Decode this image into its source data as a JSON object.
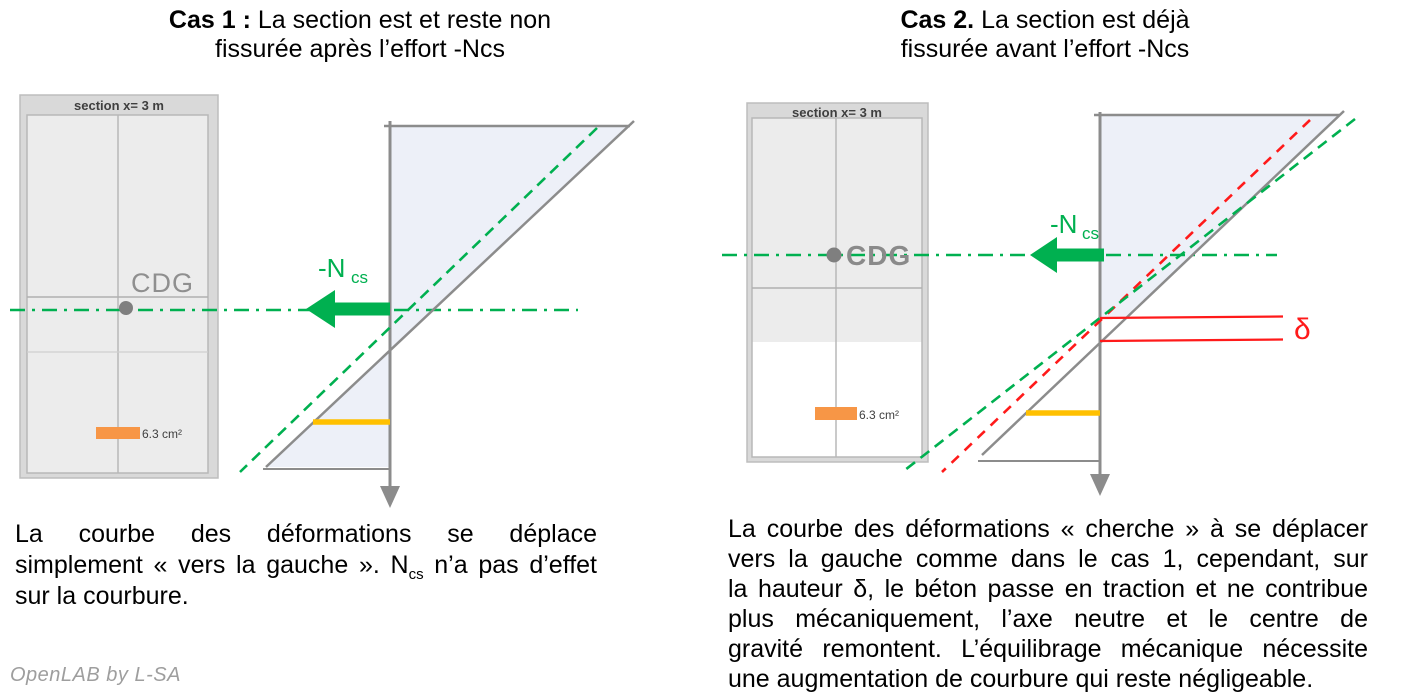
{
  "watermark": "OpenLAB by L-SA",
  "colors": {
    "green": "#00B050",
    "red": "#FF1A1A",
    "yellow": "#FFC000",
    "orange": "#F79646",
    "gray_line": "#8C8C8C",
    "fill_light": "#EDF0F8"
  },
  "cas1": {
    "title": {
      "bold": "Cas 1 :",
      "line1_rest": " La section est et reste non",
      "line2": "fissurée après l’effort -Ncs"
    },
    "section": {
      "header": "section x= 3 m",
      "cdg": "CDG",
      "rebar_area": "6.3 cm²"
    },
    "force": {
      "main": "-N",
      "sub": "cs"
    },
    "paragraph": {
      "line1": "La courbe des déformations se déplace",
      "line2_pre": "simplement « vers la gauche ». N",
      "line2_sub": "cs",
      "line2_post": " n’a pas d’effet",
      "line3": "sur la courbure."
    }
  },
  "cas2": {
    "title": {
      "bold": "Cas 2.",
      "line1_rest": " La section est déjà",
      "line2": "fissurée avant l’effort -Ncs"
    },
    "section": {
      "header": "section x= 3 m",
      "cdg": "CDG",
      "rebar_area": "6.3 cm²"
    },
    "force": {
      "main": "-N",
      "sub": "cs"
    },
    "delta": "δ",
    "paragraph": {
      "line1": "La courbe des déformations « cherche » à se déplacer",
      "line2": "vers la gauche comme dans le cas 1, cependant, sur",
      "line3": "la hauteur δ, le béton passe en traction et ne contribue",
      "line4": "plus  mécaniquement, l’axe neutre et le centre de",
      "line5": "gravité remontent. L’équilibrage mécanique nécessite",
      "line6": "une augmentation de courbure qui reste négligeable."
    }
  }
}
